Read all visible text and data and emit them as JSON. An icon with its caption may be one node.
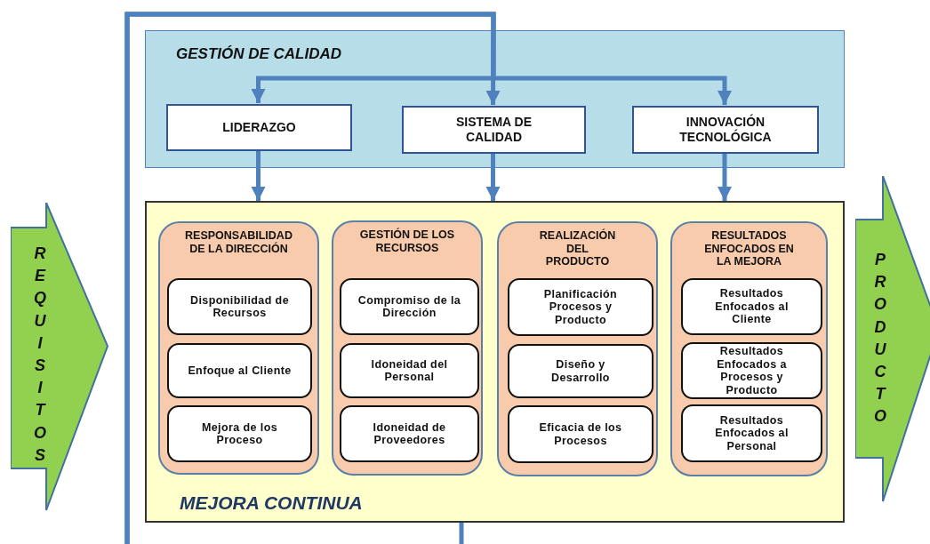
{
  "diagram": {
    "nodes": [
      {
        "text": [
          "GESTIÓN DE CALIDAD"
        ]
      },
      {
        "text": [
          "LIDERAZGO"
        ],
        "in": 0
      },
      {
        "text": [
          "SISTEMA DE CALIDAD"
        ],
        "in": 0
      },
      {
        "text": [
          "INNOVACIÓN TECNOLÓGICA"
        ],
        "in": 0
      },
      {
        "text": [
          "MEJORA CONTINUA"
        ]
      },
      {
        "text": [
          "RESPONSABILIDAD DE LA DIRECCIÓN"
        ],
        "in": 4
      },
      {
        "text": [
          "Disponibilidad de Recursos"
        ],
        "in": 5
      },
      {
        "text": [
          "Enfoque al Cliente"
        ],
        "in": 5
      },
      {
        "text": [
          "Mejora de los Proceso"
        ],
        "in": 5
      },
      {
        "text": [
          "GESTIÓN DE LOS RECURSOS"
        ],
        "in": 4
      },
      {
        "text": [
          "Compromiso de la Dirección"
        ],
        "in": 9
      },
      {
        "text": [
          "Idoneidad del Personal"
        ],
        "in": 9
      },
      {
        "text": [
          "Idoneidad de Proveedores"
        ],
        "in": 9
      },
      {
        "text": [
          "REALIZACIÓN DEL PRODUCTO"
        ],
        "in": 4
      },
      {
        "text": [
          "Planificación Procesos y Producto"
        ],
        "in": 13
      },
      {
        "text": [
          "Diseño y Desarrollo"
        ],
        "in": 13
      },
      {
        "text": [
          "Eficacia de los Procesos"
        ],
        "in": 13
      },
      {
        "text": [
          "RESULTADOS ENFOCADOS EN LA MEJORA"
        ],
        "in": 4
      },
      {
        "text": [
          "Resultados Enfocados al Cliente"
        ],
        "in": 17
      },
      {
        "text": [
          "Resultados Enfocados a Procesos y Producto"
        ],
        "in": 17
      },
      {
        "text": [
          "Resultados Enfocados al Personal"
        ],
        "in": 17
      },
      {
        "text": [
          "REQUISITOS"
        ]
      },
      {
        "text": [
          "PRODUCTO"
        ]
      }
    ],
    "edges": [
      {
        "from": null,
        "to": 1,
        "arrow": "to"
      },
      {
        "from": null,
        "to": 2,
        "arrow": "to"
      },
      {
        "from": null,
        "to": 3,
        "arrow": "to"
      },
      {
        "from": 1,
        "to": 4,
        "arrow": "to"
      },
      {
        "from": 2,
        "to": 4,
        "arrow": "to"
      },
      {
        "from": 3,
        "to": 4,
        "arrow": "to"
      },
      {
        "from": 4,
        "to": null,
        "arrow": "none"
      }
    ]
  }
}
